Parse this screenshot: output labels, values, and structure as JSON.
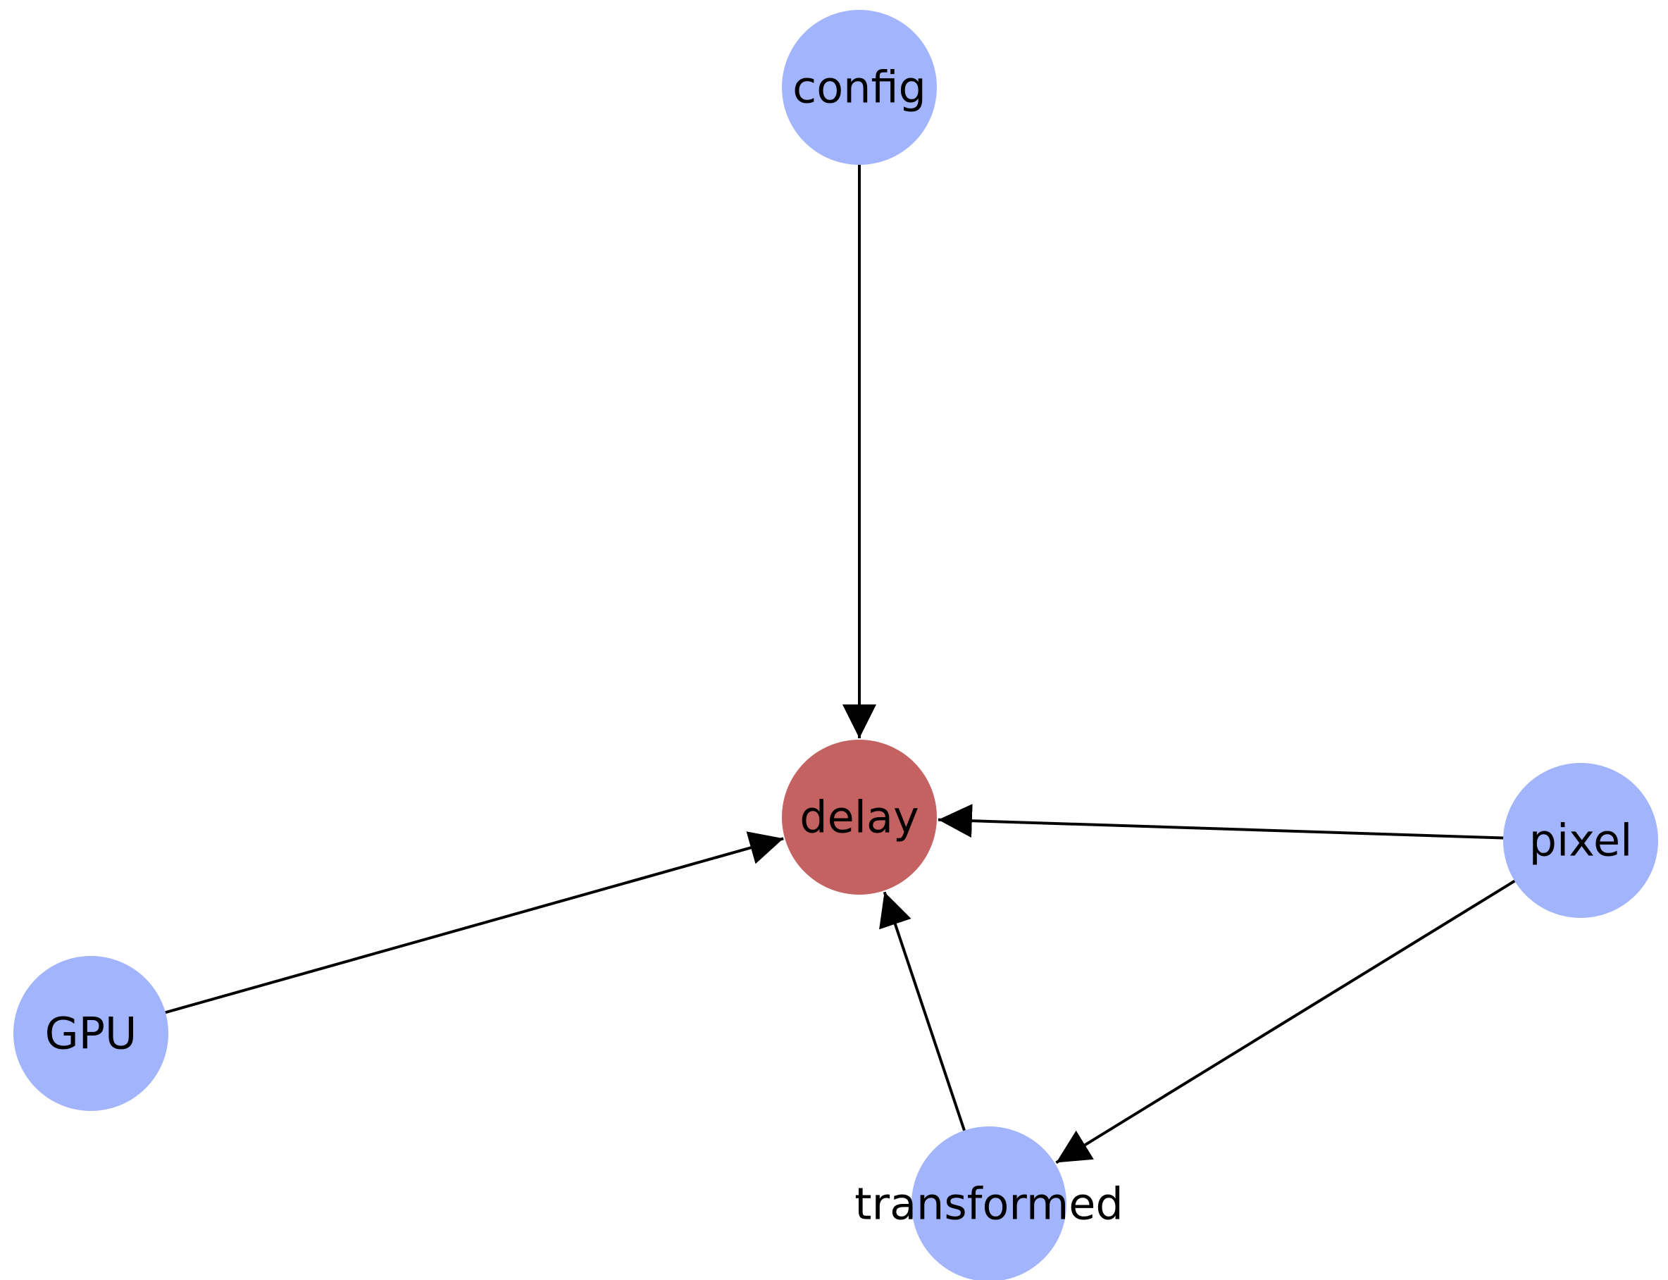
{
  "diagram": {
    "type": "directed-graph",
    "node_color": "#a2b4fc",
    "highlight_color": "#c46262",
    "edge_color": "#000000",
    "nodes": [
      {
        "id": "config",
        "label": "config",
        "highlighted": false
      },
      {
        "id": "delay",
        "label": "delay",
        "highlighted": true
      },
      {
        "id": "pixel",
        "label": "pixel",
        "highlighted": false
      },
      {
        "id": "gpu",
        "label": "GPU",
        "highlighted": false
      },
      {
        "id": "transformed",
        "label": "transformed",
        "highlighted": false
      }
    ],
    "edges": [
      {
        "from": "config",
        "to": "delay"
      },
      {
        "from": "pixel",
        "to": "delay"
      },
      {
        "from": "gpu",
        "to": "delay"
      },
      {
        "from": "transformed",
        "to": "delay"
      },
      {
        "from": "pixel",
        "to": "transformed"
      }
    ]
  }
}
